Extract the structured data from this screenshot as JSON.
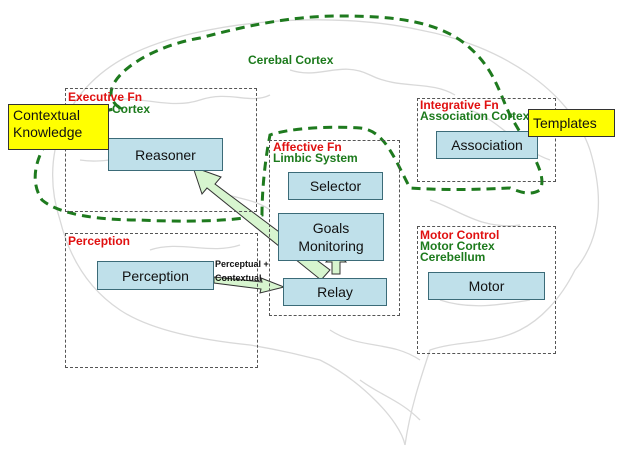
{
  "cortex_label": "Cerebal Cortex",
  "regions": {
    "executive": {
      "title": "Executive Fn",
      "subtitle": "Frontal Cortex"
    },
    "affective": {
      "title": "Affective Fn",
      "subtitle": "Limbic System"
    },
    "integrative": {
      "title": "Integrative Fn",
      "subtitle": "Association Cortex"
    },
    "perception": {
      "title": "Perception"
    },
    "motor": {
      "title": "Motor Control",
      "subtitle1": "Motor Cortex",
      "subtitle2": "Cerebellum"
    }
  },
  "boxes": {
    "reasoner": "Reasoner",
    "selector": "Selector",
    "goals_line1": "Goals",
    "goals_line2": "Monitoring",
    "relay": "Relay",
    "association": "Association",
    "perception": "Perception",
    "motor": "Motor"
  },
  "notes": {
    "contextual_line1": "Contextual",
    "contextual_line2": "Knowledge",
    "templates": "Templates",
    "perceptual_line1": "Perceptual +",
    "perceptual_line2": "Contextual"
  },
  "colors": {
    "region_title": "#e01010",
    "subtitle": "#1c7a1c",
    "box_fill": "#bfe0ea",
    "note_fill": "#ffff00",
    "arrow_fill": "#d7f5cf",
    "dashed_outline": "#1e7a1e"
  }
}
